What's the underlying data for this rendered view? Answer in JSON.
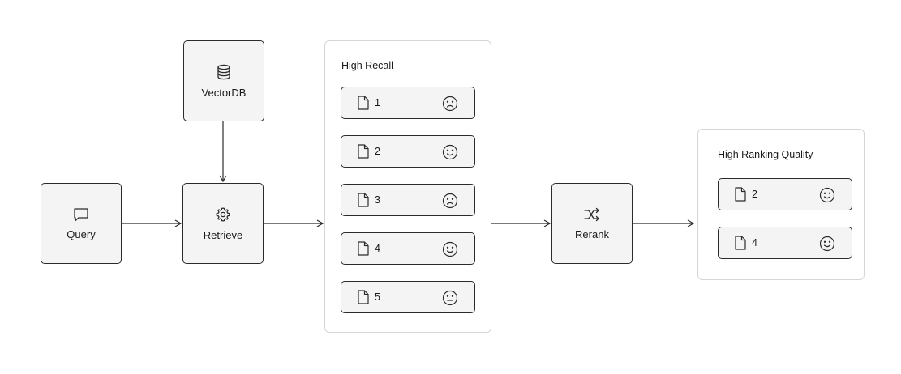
{
  "nodes": {
    "vectordb": {
      "label": "VectorDB",
      "icon": "database-icon"
    },
    "query": {
      "label": "Query",
      "icon": "message-square-icon"
    },
    "retrieve": {
      "label": "Retrieve",
      "icon": "gear-icon"
    },
    "rerank": {
      "label": "Rerank",
      "icon": "shuffle-icon"
    }
  },
  "high_recall": {
    "title": "High Recall",
    "docs": [
      {
        "id": "1",
        "face": "frown-icon"
      },
      {
        "id": "2",
        "face": "smile-icon"
      },
      {
        "id": "3",
        "face": "frown-icon"
      },
      {
        "id": "4",
        "face": "smile-icon"
      },
      {
        "id": "5",
        "face": "neutral-face-icon"
      }
    ]
  },
  "high_ranking": {
    "title": "High Ranking Quality",
    "docs": [
      {
        "id": "2",
        "face": "smile-icon"
      },
      {
        "id": "4",
        "face": "smile-icon"
      }
    ]
  }
}
